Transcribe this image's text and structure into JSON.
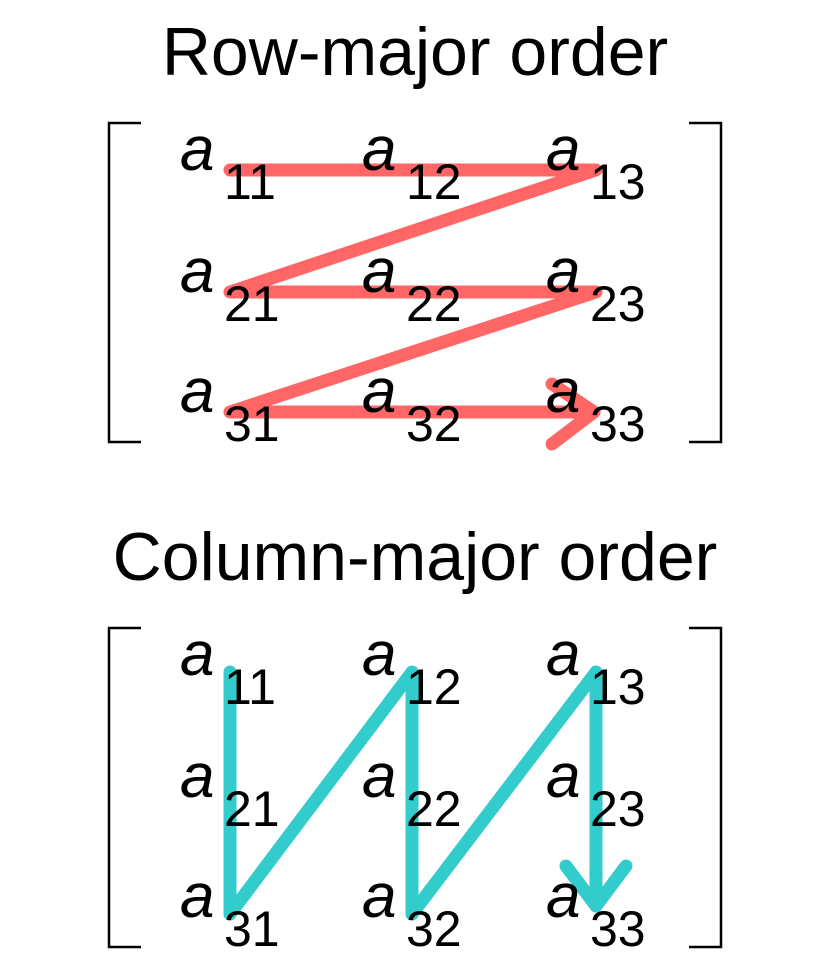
{
  "diagrams": [
    {
      "id": "row",
      "title": "Row-major order",
      "color": "#ff6666",
      "order": "row",
      "elements": [
        [
          "a",
          "11"
        ],
        [
          "a",
          "12"
        ],
        [
          "a",
          "13"
        ],
        [
          "a",
          "21"
        ],
        [
          "a",
          "22"
        ],
        [
          "a",
          "23"
        ],
        [
          "a",
          "31"
        ],
        [
          "a",
          "32"
        ],
        [
          "a",
          "33"
        ]
      ]
    },
    {
      "id": "col",
      "title": "Column-major order",
      "color": "#33cccc",
      "order": "column",
      "elements": [
        [
          "a",
          "11"
        ],
        [
          "a",
          "12"
        ],
        [
          "a",
          "13"
        ],
        [
          "a",
          "21"
        ],
        [
          "a",
          "22"
        ],
        [
          "a",
          "23"
        ],
        [
          "a",
          "31"
        ],
        [
          "a",
          "32"
        ],
        [
          "a",
          "33"
        ]
      ]
    }
  ]
}
